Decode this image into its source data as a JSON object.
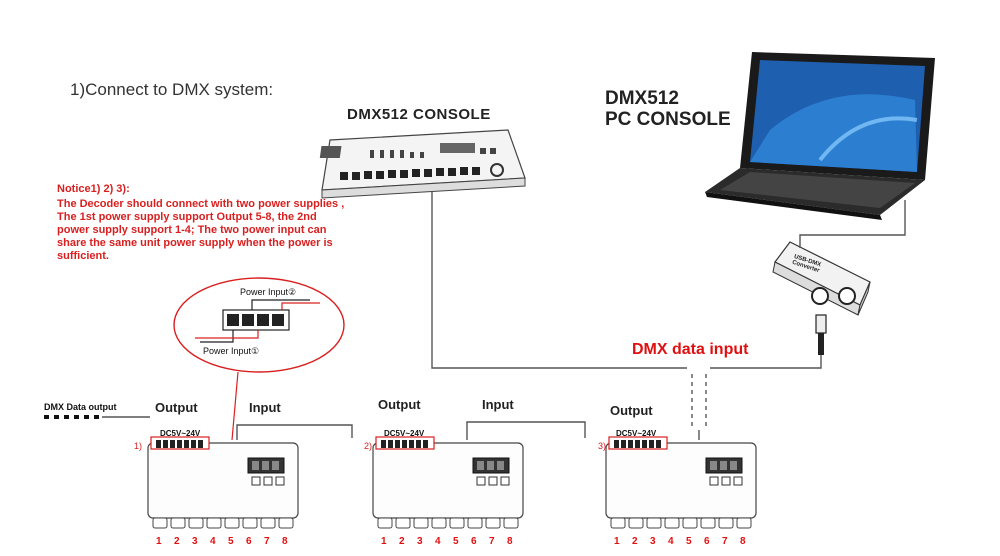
{
  "heading": "1)Connect to DMX system:",
  "console_title": "DMX512 CONSOLE",
  "pc_console_title": [
    "DMX512",
    "PC CONSOLE"
  ],
  "notice": {
    "title": "Notice1) 2) 3):",
    "lines": [
      "The Decoder should connect with two power supplies ,",
      "The 1st power supply support Output 5-8, the 2nd",
      "power supply support 1-4; The two power input can",
      "share the same unit power supply when the power is",
      "sufficient."
    ]
  },
  "zoom": {
    "power_input_2": "Power Input②",
    "power_input_1": "Power Input①"
  },
  "usb_converter_label": [
    "USB-DMX",
    "Converter"
  ],
  "dmx_data_input": "DMX data input",
  "dmx_data_output": "DMX Data output",
  "decoders": [
    {
      "index": "1)",
      "output_label": "Output",
      "input_label": "Input",
      "dc_label": "DC5V~24V",
      "pins": [
        "1",
        "2",
        "3",
        "4",
        "5",
        "6",
        "7",
        "8"
      ]
    },
    {
      "index": "2)",
      "output_label": "Output",
      "input_label": "Input",
      "dc_label": "DC5V~24V",
      "pins": [
        "1",
        "2",
        "3",
        "4",
        "5",
        "6",
        "7",
        "8"
      ]
    },
    {
      "index": "3)",
      "output_label": "Output",
      "dc_label": "DC5V~24V",
      "pins": [
        "1",
        "2",
        "3",
        "4",
        "5",
        "6",
        "7",
        "8"
      ]
    }
  ],
  "colors": {
    "accent_red": "#e01010",
    "line": "#555555"
  }
}
